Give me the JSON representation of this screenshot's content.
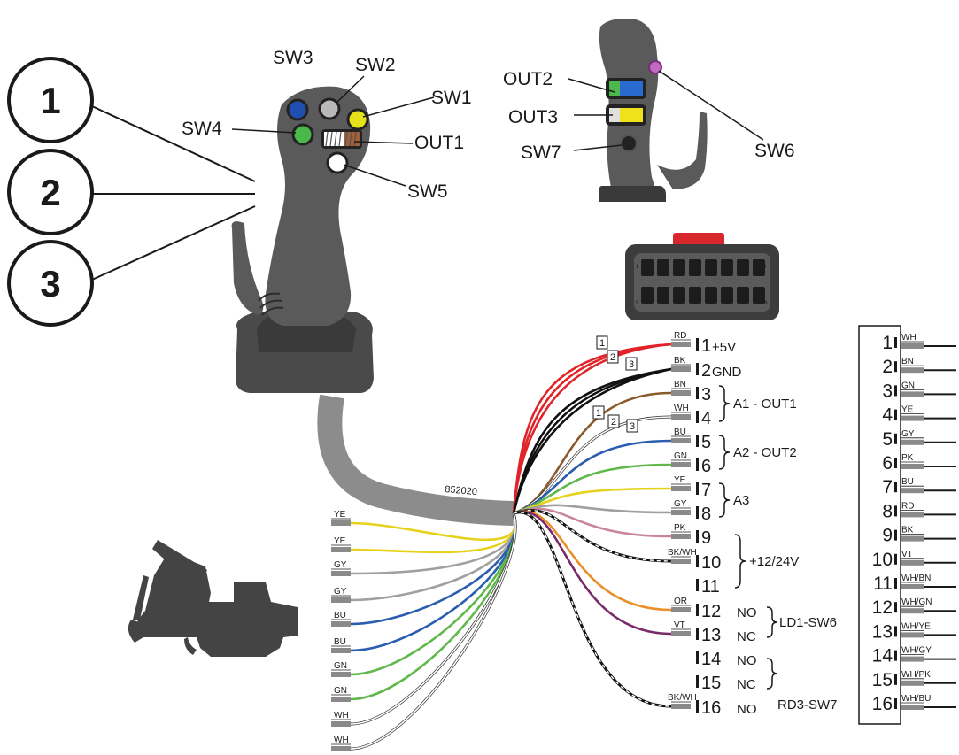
{
  "handle_callouts": [
    {
      "number": "1"
    },
    {
      "number": "2"
    },
    {
      "number": "3"
    }
  ],
  "switch_labels": {
    "sw1": "SW1",
    "sw2": "SW2",
    "sw3": "SW3",
    "sw4": "SW4",
    "sw5": "SW5",
    "sw6": "SW6",
    "sw7": "SW7",
    "out1": "OUT1",
    "out2": "OUT2",
    "out3": "OUT3"
  },
  "cable_code": "852020",
  "colors": {
    "RD": "#e0242a",
    "BK": "#111111",
    "BN": "#8a5a2b",
    "WH": "#ffffff",
    "BU": "#2a5db0",
    "GN": "#5fb84a",
    "YE": "#e6d21a",
    "GY": "#a0a0a0",
    "PK": "#c9869b",
    "OR": "#e8902a",
    "VT": "#7a2a6a",
    "handle": "#5a5a5a",
    "handle_dark": "#3a3a3a",
    "cable": "#8c8c8c",
    "sw1": "#e6e21a",
    "sw2": "#b8b8b8",
    "sw3": "#1f4fb0",
    "sw4": "#4ab84a",
    "sw5": "#ffffff",
    "sw6": "#c06ac0",
    "connector_latch": "#d8282e"
  },
  "pins": [
    {
      "pin": "1",
      "wire": "RD",
      "func": "+5V"
    },
    {
      "pin": "2",
      "wire": "BK",
      "func": "GND"
    },
    {
      "pin": "3",
      "wire": "BN",
      "func": ""
    },
    {
      "pin": "4",
      "wire": "WH",
      "func": ""
    },
    {
      "pin": "5",
      "wire": "BU",
      "func": ""
    },
    {
      "pin": "6",
      "wire": "GN",
      "func": ""
    },
    {
      "pin": "7",
      "wire": "YE",
      "func": ""
    },
    {
      "pin": "8",
      "wire": "GY",
      "func": ""
    },
    {
      "pin": "9",
      "wire": "PK",
      "func": ""
    },
    {
      "pin": "10",
      "wire": "BK/WH",
      "func": ""
    },
    {
      "pin": "11",
      "wire": "",
      "func": ""
    },
    {
      "pin": "12",
      "wire": "OR",
      "func": "NO"
    },
    {
      "pin": "13",
      "wire": "VT",
      "func": "NC"
    },
    {
      "pin": "14",
      "wire": "",
      "func": "NO"
    },
    {
      "pin": "15",
      "wire": "",
      "func": "NC"
    },
    {
      "pin": "16",
      "wire": "BK/WH",
      "func": "NO"
    }
  ],
  "group_labels": {
    "a1": "A1 - OUT1",
    "a2": "A2 - OUT2",
    "a3": "A3",
    "supply": "+12/24V",
    "ld1": "LD1-SW6",
    "rd3": "RD3-SW7"
  },
  "wire_markers": [
    "1",
    "2",
    "3"
  ],
  "left_wires": [
    "YE",
    "YE",
    "GY",
    "GY",
    "BU",
    "BU",
    "GN",
    "GN",
    "WH",
    "WH"
  ],
  "pin_table": [
    {
      "pin": "1",
      "wire": "WH"
    },
    {
      "pin": "2",
      "wire": "BN"
    },
    {
      "pin": "3",
      "wire": "GN"
    },
    {
      "pin": "4",
      "wire": "YE"
    },
    {
      "pin": "5",
      "wire": "GY"
    },
    {
      "pin": "6",
      "wire": "PK"
    },
    {
      "pin": "7",
      "wire": "BU"
    },
    {
      "pin": "8",
      "wire": "RD"
    },
    {
      "pin": "9",
      "wire": "BK"
    },
    {
      "pin": "10",
      "wire": "VT"
    },
    {
      "pin": "11",
      "wire": "WH/BN"
    },
    {
      "pin": "12",
      "wire": "WH/GN"
    },
    {
      "pin": "13",
      "wire": "WH/YE"
    },
    {
      "pin": "14",
      "wire": "WH/GY"
    },
    {
      "pin": "15",
      "wire": "WH/PK"
    },
    {
      "pin": "16",
      "wire": "WH/BU"
    }
  ],
  "connector_cavity_labels": {
    "top_left": "1",
    "top_right": "8",
    "bottom_left": "9",
    "bottom_right": "16"
  }
}
